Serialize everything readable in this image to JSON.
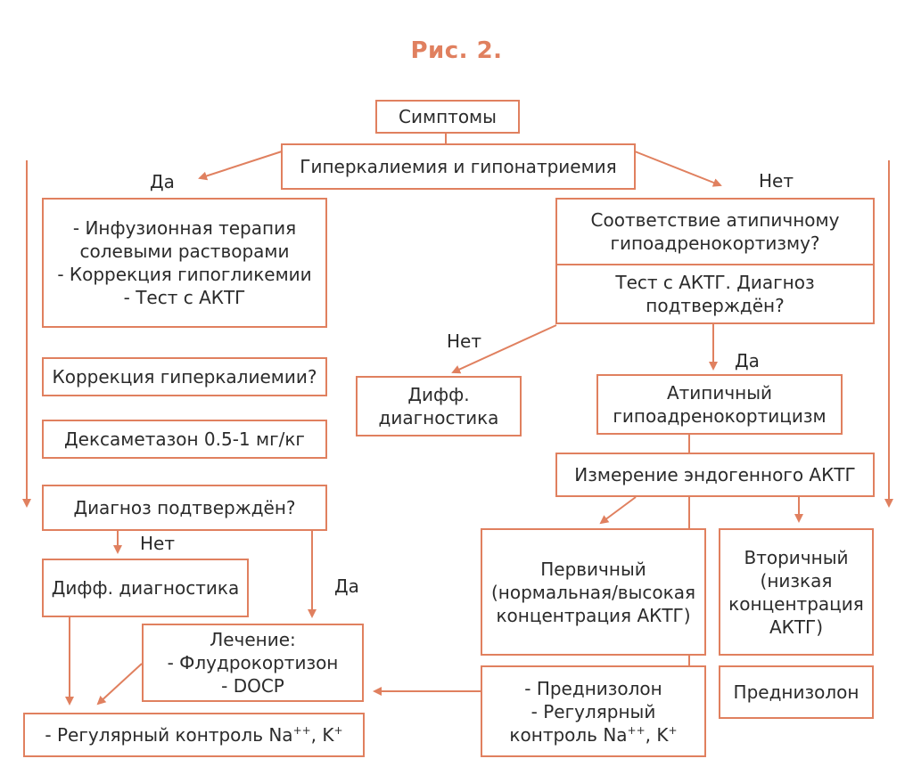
{
  "title": "Рис. 2.",
  "accent_color": "#e0805f",
  "nodes": {
    "symptoms": [
      "Симптомы"
    ],
    "hyperk": [
      "Гиперкалиемия и гипонатриемия"
    ],
    "infusion": [
      "- Инфузионная терапия",
      "солевыми растворами",
      "- Коррекция гипогликемии",
      "- Тест с АКТГ"
    ],
    "atypical_q": [
      "Соответствие атипичному",
      "гипоадренокортизму?"
    ],
    "acth_test": [
      "Тест с АКТГ. Диагноз",
      "подтверждён?"
    ],
    "hyperk_corr": [
      "Коррекция гиперкалиемии?"
    ],
    "diff_right": [
      "Дифф.",
      "диагностика"
    ],
    "atypical": [
      "Атипичный",
      "гипоадренокортицизм"
    ],
    "dexa": [
      "Дексаметазон 0.5-1 мг/кг"
    ],
    "endogenous": [
      "Измерение эндогенного АКТГ"
    ],
    "diag_confirmed": [
      "Диагноз подтверждён?"
    ],
    "primary": [
      "Первичный",
      "(нормальная/высокая",
      "концентрация АКТГ)"
    ],
    "secondary": [
      "Вторичный",
      "(низкая",
      "концентрация",
      "АКТГ)"
    ],
    "diff_left": [
      "Дифф. диагностика"
    ],
    "treatment": [
      "Лечение:",
      "- Флудрокортизон",
      "- DOCP"
    ],
    "prednisolone_combo": [
      "- Преднизолон",
      "- Регулярный"
    ],
    "prednisolone_combo_last": {
      "text": "контроль Na",
      "sup1": "++",
      "mid": ", K",
      "sup2": "+"
    },
    "prednisolone": [
      "Преднизолон"
    ],
    "monitoring": {
      "text": "- Регулярный контроль Na",
      "sup1": "++",
      "mid": ", K",
      "sup2": "+"
    }
  },
  "labels": {
    "yes_left": "Да",
    "no_right": "Нет",
    "no_mid": "Нет",
    "yes_mid": "Да",
    "no_low": "Нет",
    "yes_low": "Да"
  }
}
